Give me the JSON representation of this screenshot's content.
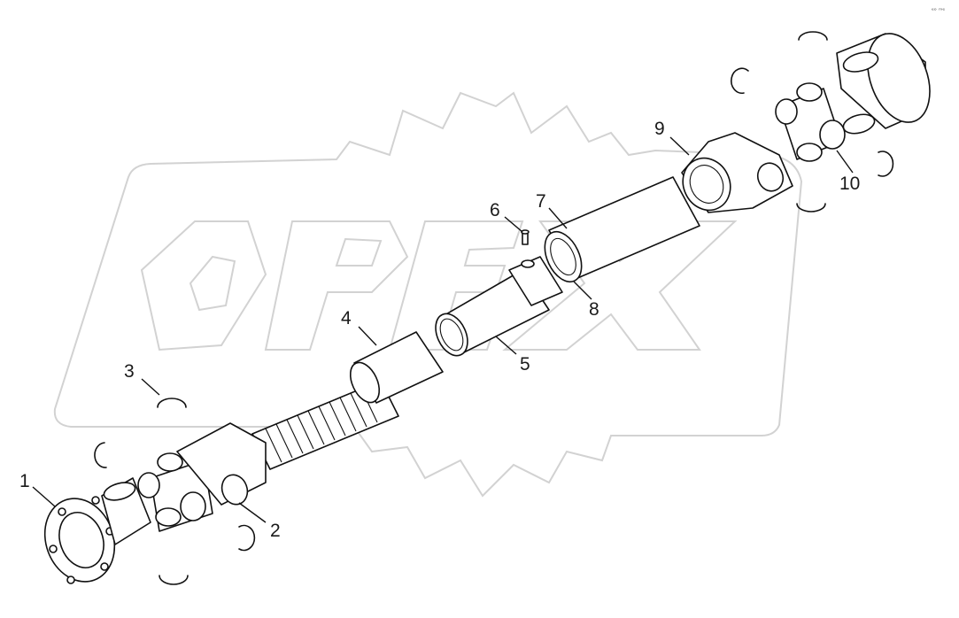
{
  "diagram": {
    "watermark_text": "OPEX",
    "callouts": [
      {
        "id": "callout-1",
        "label": "1"
      },
      {
        "id": "callout-2",
        "label": "2"
      },
      {
        "id": "callout-3",
        "label": "3"
      },
      {
        "id": "callout-4",
        "label": "4"
      },
      {
        "id": "callout-5",
        "label": "5"
      },
      {
        "id": "callout-6",
        "label": "6"
      },
      {
        "id": "callout-7",
        "label": "7"
      },
      {
        "id": "callout-8",
        "label": "8"
      },
      {
        "id": "callout-9",
        "label": "9"
      },
      {
        "id": "callout-10",
        "label": "10"
      }
    ],
    "corner_mark": "ᵉᵒ ᵐᵉ"
  }
}
